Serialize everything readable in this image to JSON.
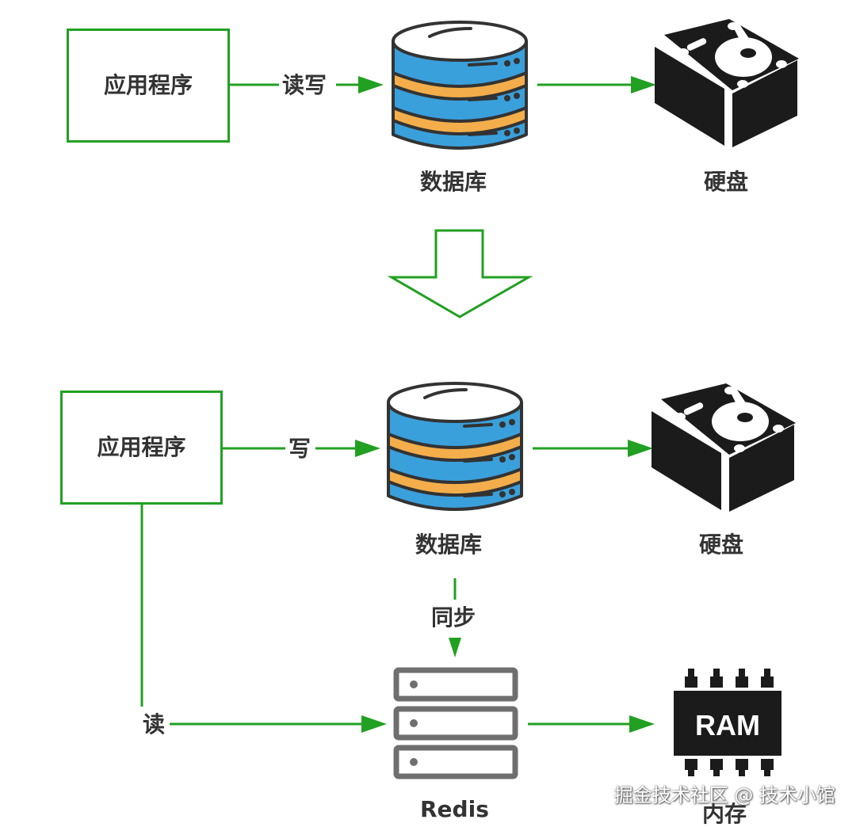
{
  "colors": {
    "arrow": "#22a022",
    "db_blue": "#3aa0dc",
    "db_orange": "#f3ae4b",
    "outline": "#333333",
    "icon_dark": "#1b1b1b",
    "redis_gray": "#6f6f6f"
  },
  "before": {
    "app_box": {
      "label": "应用程序"
    },
    "edge_app_db": {
      "label": "读写"
    },
    "database": {
      "label": "数据库",
      "icon": "database-icon"
    },
    "disk": {
      "label": "硬盘",
      "icon": "hard-disk-icon"
    }
  },
  "transition": {
    "icon": "down-arrow-icon"
  },
  "after": {
    "app_box": {
      "label": "应用程序"
    },
    "edge_app_db": {
      "label": "写"
    },
    "database": {
      "label": "数据库",
      "icon": "database-icon"
    },
    "disk": {
      "label": "硬盘",
      "icon": "hard-disk-icon"
    },
    "edge_db_redis": {
      "label": "同步"
    },
    "edge_app_redis": {
      "label": "读"
    },
    "redis": {
      "label": "Redis",
      "icon": "server-stack-icon"
    },
    "memory": {
      "label": "内存",
      "icon": "ram-chip-icon",
      "chip_text": "RAM"
    }
  },
  "watermark": "掘金技术社区 @ 技术小馆"
}
